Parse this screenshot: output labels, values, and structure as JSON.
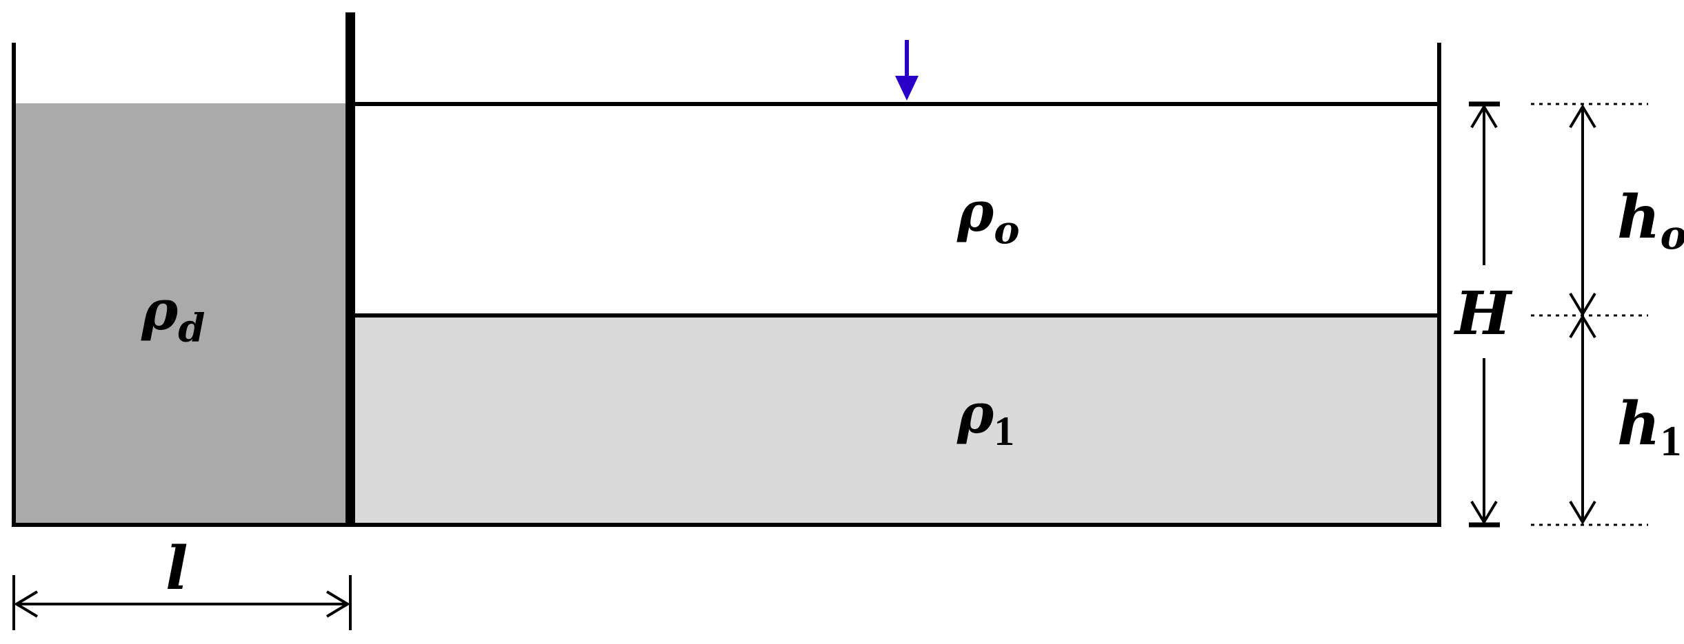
{
  "labels": {
    "rho_d": {
      "base": "ρ",
      "sub": "d"
    },
    "rho_o": {
      "base": "ρ",
      "sub": "o"
    },
    "rho_1": {
      "base": "ρ",
      "sub": "1"
    },
    "H": "H",
    "h_o": {
      "base": "h",
      "sub": "o"
    },
    "h_1": {
      "base": "h",
      "sub": "1"
    },
    "l": "l"
  },
  "colors": {
    "line": "#000000",
    "dense_fluid": "#aaaaaa",
    "lower_layer": "#dadada",
    "upper_layer": "#ffffff",
    "arrow": "#2a00c8"
  },
  "icons": {
    "surface_marker": "down-arrow-icon"
  }
}
